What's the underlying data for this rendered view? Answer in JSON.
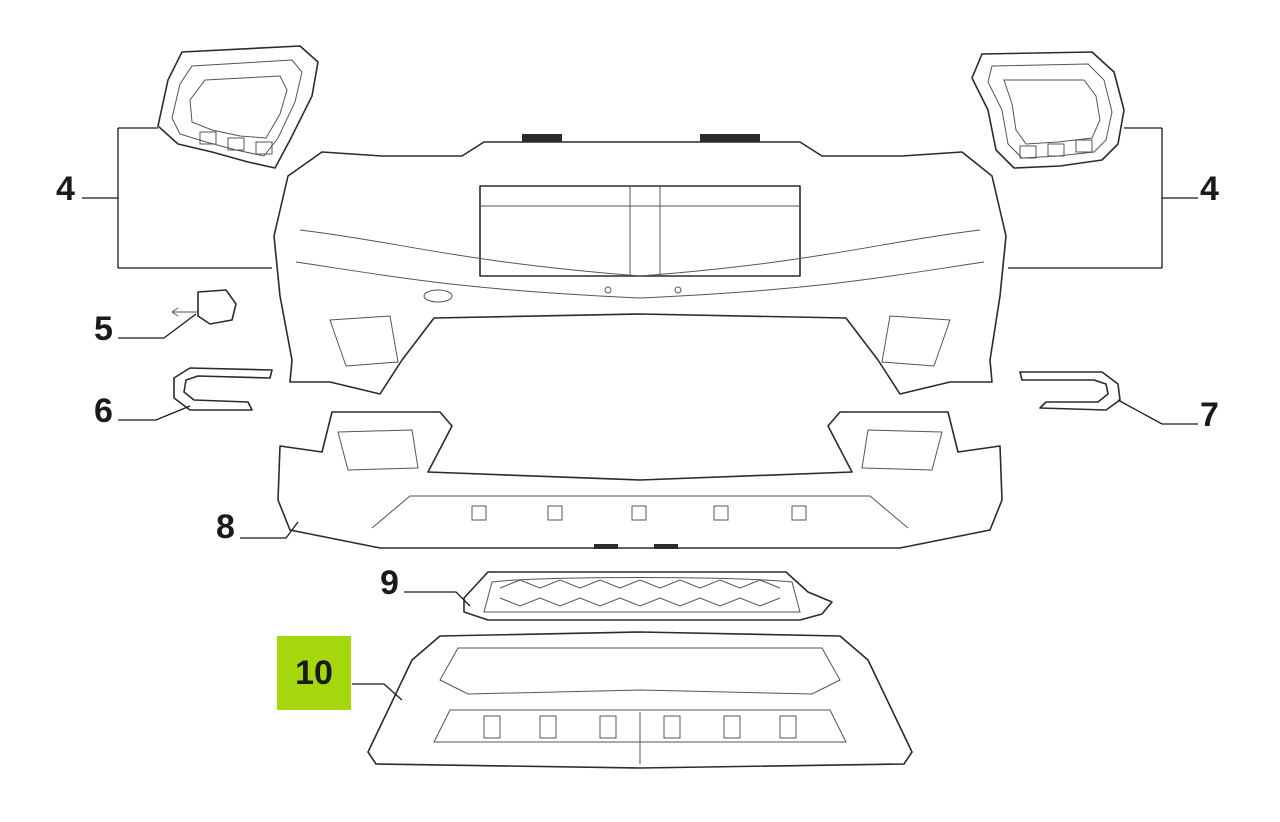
{
  "callouts": {
    "left_4": "4",
    "right_4": "4",
    "c5": "5",
    "c6": "6",
    "c7": "7",
    "c8": "8",
    "c9": "9",
    "c10": "10"
  },
  "colors": {
    "highlight": "#a4d80c",
    "line": "#2b2b2b",
    "background": "#ffffff"
  }
}
